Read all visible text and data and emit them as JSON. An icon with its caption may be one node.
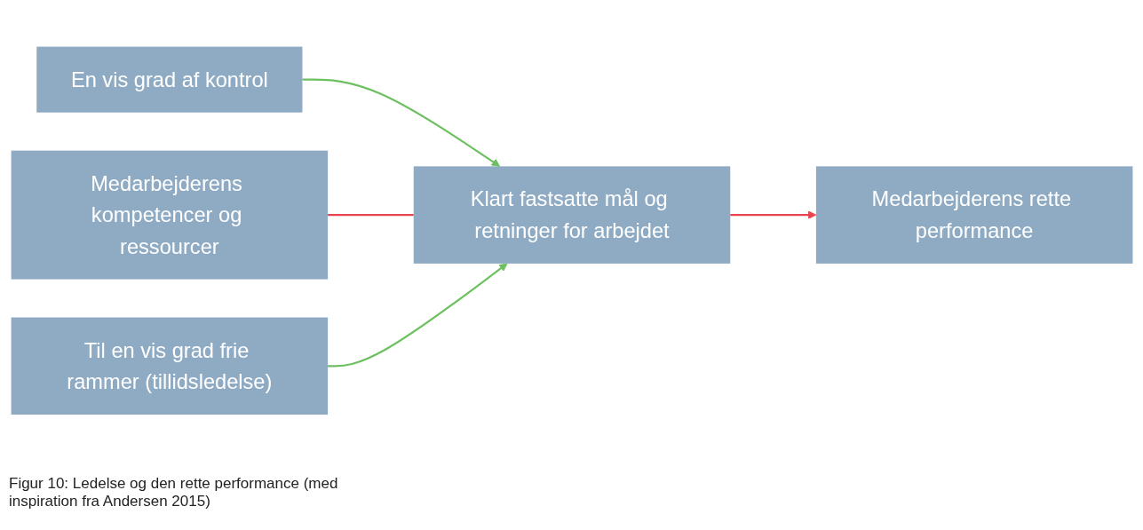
{
  "diagram": {
    "caption": "Figur 10: Ledelse og den rette performance (med inspiration fra Andersen 2015)",
    "nodes": [
      {
        "text": [
          "En vis grad af kontrol"
        ]
      },
      {
        "text": [
          "Medarbejderens kompetencer og ressourcer"
        ]
      },
      {
        "text": [
          "Klart fastsatte mål og retninger for arbejdet"
        ]
      },
      {
        "text": [
          "Medarbejderens rette performance"
        ]
      },
      {
        "text": [
          "Til en vis grad frie rammer (tillidsledelse)"
        ]
      }
    ],
    "edges": [
      {
        "from": 0,
        "to": 2,
        "arrow": "to",
        "color": "#6cc05f"
      },
      {
        "from": 1,
        "to": 2,
        "arrow": "none",
        "color": "#e8434f"
      },
      {
        "from": 2,
        "to": 3,
        "arrow": "to",
        "color": "#e8434f"
      },
      {
        "from": 4,
        "to": 2,
        "arrow": "to",
        "color": "#6cc05f"
      }
    ]
  }
}
